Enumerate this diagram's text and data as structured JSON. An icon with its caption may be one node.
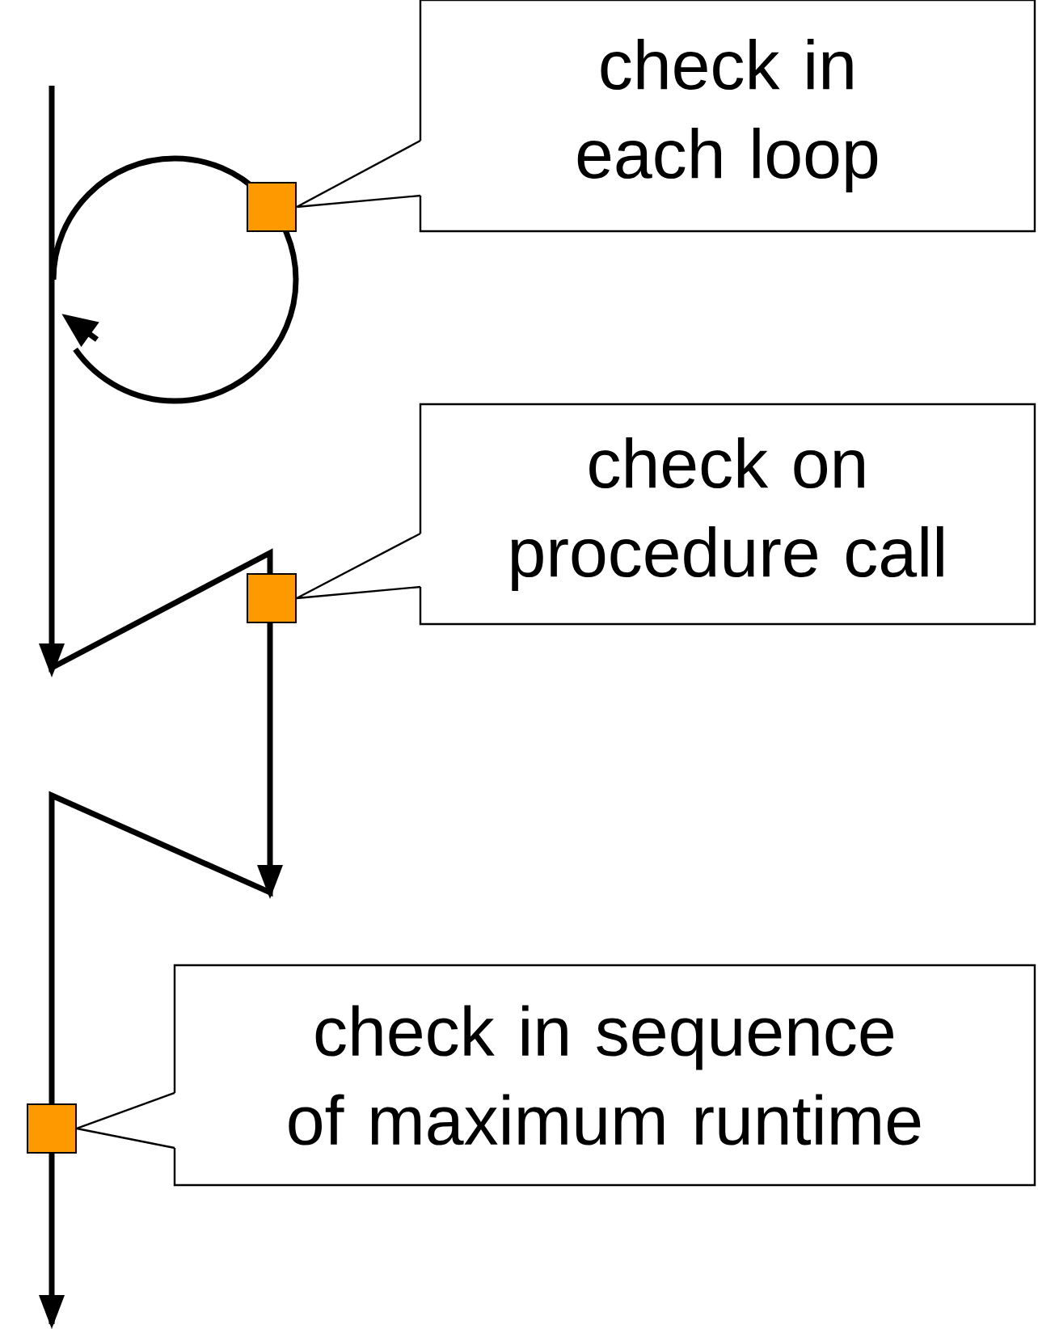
{
  "diagram": {
    "nodes": [
      {
        "text": [
          "check in each loop"
        ]
      },
      {
        "text": [],
        "shape": "box"
      },
      {
        "text": [
          "check on procedure call"
        ]
      },
      {
        "text": [],
        "shape": "box"
      },
      {
        "text": [
          "check in sequence of maximum runtime"
        ]
      },
      {
        "text": [],
        "shape": "box"
      }
    ],
    "edges": [
      {
        "from": 0,
        "to": 1,
        "arrow": "none"
      },
      {
        "from": 2,
        "to": 3,
        "arrow": "none"
      },
      {
        "from": 4,
        "to": 5,
        "arrow": "none"
      }
    ]
  }
}
